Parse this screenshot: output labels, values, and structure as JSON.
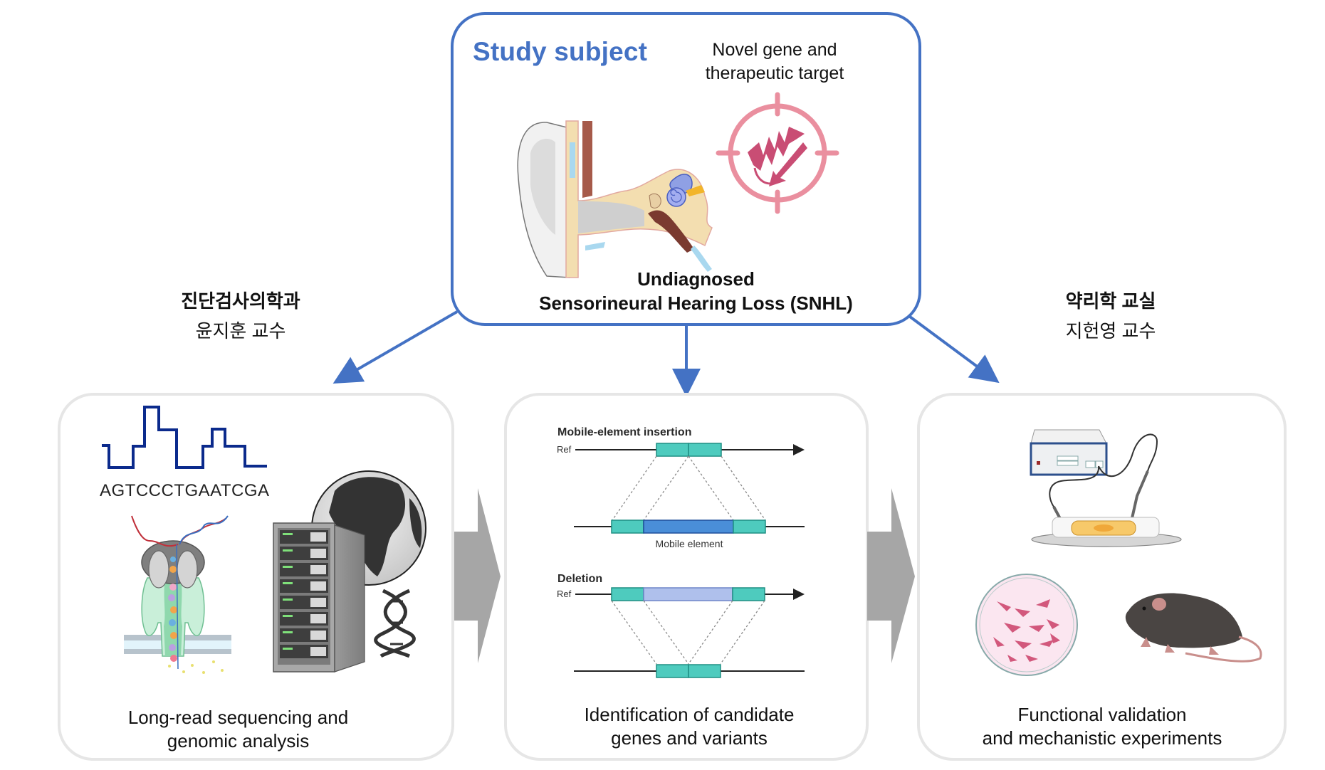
{
  "top_panel": {
    "title": "Study subject",
    "target_label_line1": "Novel gene and",
    "target_label_line2": "therapeutic target",
    "subject_line1": "Undiagnosed",
    "subject_line2": "Sensorineural Hearing Loss (SNHL)",
    "icons": [
      "ear-anatomy-icon",
      "protein-target-icon"
    ]
  },
  "departments": {
    "left": {
      "name": "진단검사의학과",
      "professor": "윤지훈 교수"
    },
    "right": {
      "name": "약리학 교실",
      "professor": "지헌영 교수"
    }
  },
  "panels": [
    {
      "id": "sequencing",
      "sequence_text": "AGTCCCTGAATCGA",
      "caption_line1": "Long-read sequencing and",
      "caption_line2": "genomic analysis",
      "icons": [
        "signal-trace-icon",
        "nanopore-icon",
        "server-rack-icon",
        "globe-icon",
        "dna-helix-icon"
      ]
    },
    {
      "id": "variants",
      "insertion_title": "Mobile-element insertion",
      "ref_label": "Ref",
      "mobile_element_label": "Mobile element",
      "deletion_title": "Deletion",
      "caption_line1": "Identification of candidate",
      "caption_line2": "genes and variants"
    },
    {
      "id": "validation",
      "caption_line1": "Functional validation",
      "caption_line2": "and mechanistic experiments",
      "icons": [
        "electrophysiology-rig-icon",
        "cell-culture-dish-icon",
        "mouse-icon"
      ]
    }
  ],
  "colors": {
    "accent_blue": "#4472C4",
    "panel_border": "#E6E6E6",
    "flow_arrow": "#A6A6A6",
    "teal": "#4ECBBE",
    "mobile_element": "#4A8ED8",
    "deleted_segment": "#AFC0EC",
    "target_ring": "#EA8F9F",
    "protein": "#C94D74",
    "trace": "#0B2A8C"
  }
}
